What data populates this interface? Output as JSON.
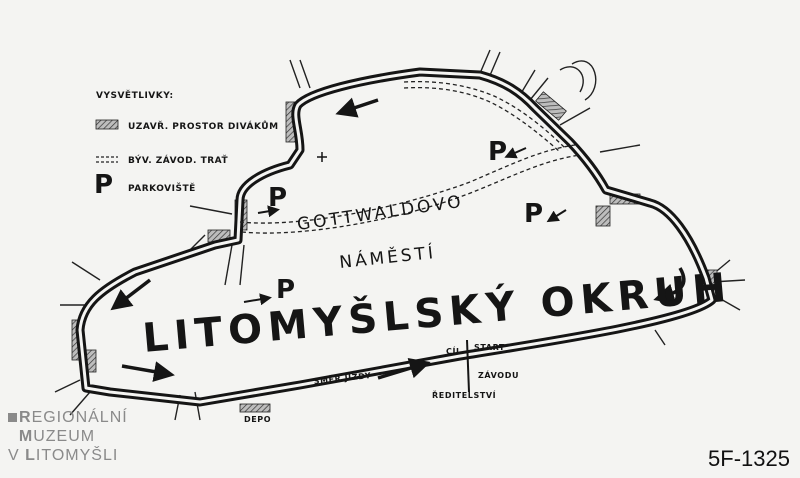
{
  "legend": {
    "title": "VYSVĚTLIVKY:",
    "items": [
      {
        "symbol": "hatched-block",
        "label": "UZAVŘ. PROSTOR DIVÁKŮM"
      },
      {
        "symbol": "dashed-road",
        "label": "BÝV. ZÁVOD. TRAŤ"
      },
      {
        "symbol": "P",
        "label": "PARKOVIŠTĚ"
      }
    ]
  },
  "map": {
    "title": "LITOMYŠLSKÝ OKRUH",
    "square_name_1": "GOTTWALDOVO",
    "square_name_2": "NÁMĚSTÍ",
    "parking_symbol": "P",
    "direction_label": "SMĚR JÍZDY",
    "finish_label": "CÍL",
    "start_label": "START",
    "directorate_label": "ŘEDITELSTVÍ",
    "race_label": "ZÁVODU",
    "depot_label": "DEPO"
  },
  "watermark": {
    "line1_initial": "R",
    "line1_rest": "EGIONÁLNÍ",
    "line2_initial": "M",
    "line2_rest": "UZEUM",
    "line3_prefix": "V ",
    "line3_initial": "L",
    "line3_rest": "ITOMYŠLI"
  },
  "catalog_code": "5F-1325",
  "colors": {
    "ink": "#151515",
    "paper": "#f4f4f2",
    "watermark": "#8a8a8a"
  }
}
